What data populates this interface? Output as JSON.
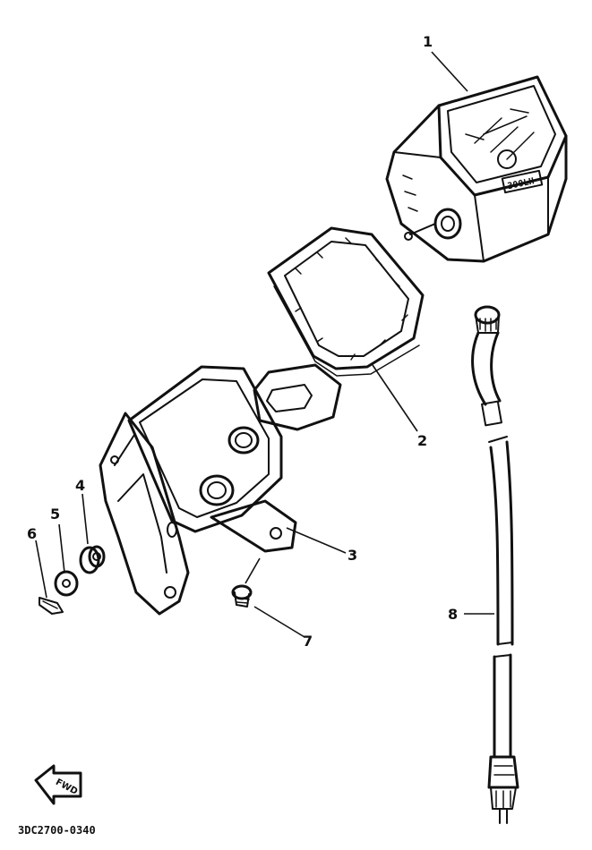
{
  "labels": {
    "p1": "1",
    "p2": "2",
    "p3": "3",
    "p4": "4",
    "p5": "5",
    "p6": "6",
    "p7": "7",
    "p8": "8"
  },
  "odometer_text": "300LH",
  "fwd_label": "FWD",
  "diagram_code": "3DC2700-0340"
}
